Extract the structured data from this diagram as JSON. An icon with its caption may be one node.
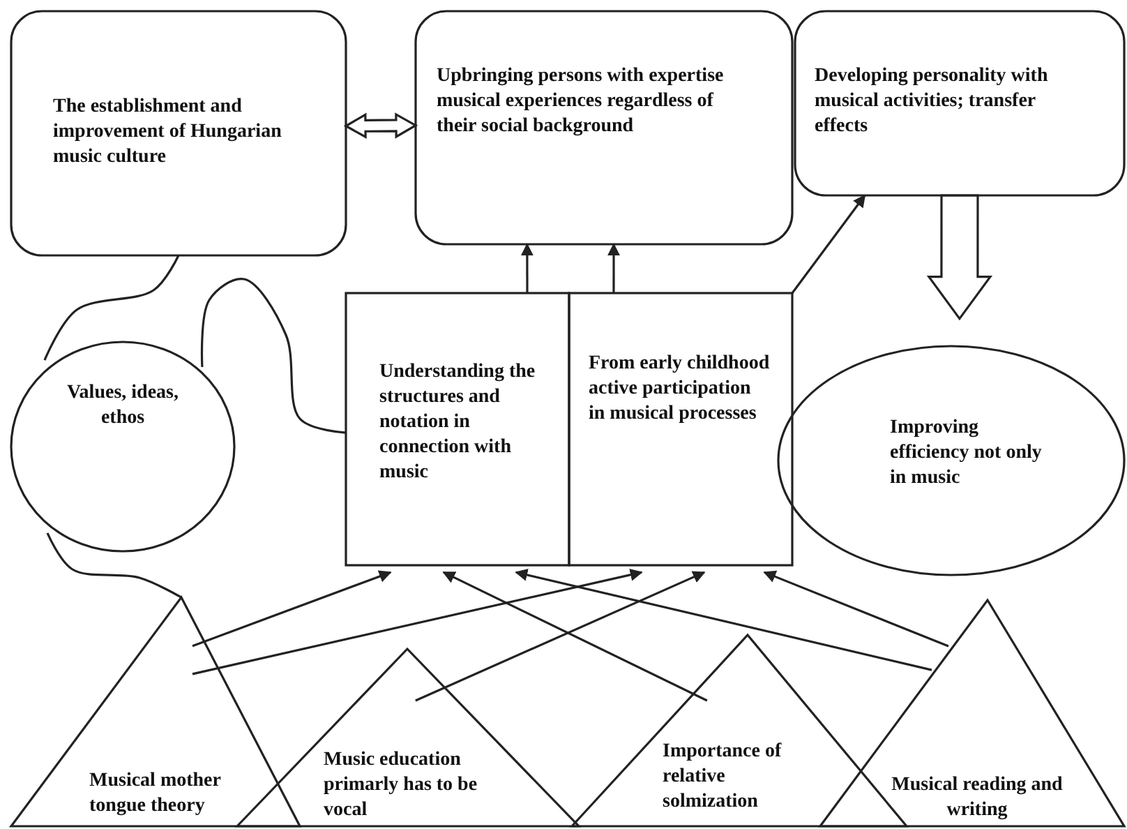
{
  "diagram": {
    "nodes": [
      {
        "text": [
          "The establishment and improvement of Hungarian music culture"
        ]
      },
      {
        "text": [
          "Upbringing persons with expertise musical experiences regardless of their social background"
        ]
      },
      {
        "text": [
          "Developing personality with musical activities; transfer effects"
        ]
      },
      {
        "text": [
          "Values, ideas, ethos"
        ]
      },
      {
        "text": [
          "Understanding the structures and notation in connection with music"
        ]
      },
      {
        "text": [
          "From early childhood active participation in musical processes"
        ]
      },
      {
        "text": [
          "Improving efficiency not only in music"
        ]
      },
      {
        "text": [
          "Musical mother tongue theory"
        ]
      },
      {
        "text": [
          "Music education primarly has to be vocal"
        ]
      },
      {
        "text": [
          "Importance of relative solmization"
        ]
      },
      {
        "text": [
          "Musical reading and writing"
        ]
      }
    ],
    "edges": [
      {
        "from": 0,
        "to": 1,
        "arrow": "both",
        "style": "thick"
      },
      {
        "from": 4,
        "to": 1,
        "arrow": "to"
      },
      {
        "from": 5,
        "to": 1,
        "arrow": "to"
      },
      {
        "from": 5,
        "to": 2,
        "arrow": "to"
      },
      {
        "from": 2,
        "to": 6,
        "arrow": "to",
        "style": "thick"
      },
      {
        "from": 0,
        "to": 3,
        "arrow": "none"
      },
      {
        "from": 3,
        "to": 4,
        "arrow": "none"
      },
      {
        "from": 3,
        "to": 7,
        "arrow": "none"
      },
      {
        "from": 7,
        "to": 4,
        "arrow": "to"
      },
      {
        "from": 7,
        "to": 5,
        "arrow": "to"
      },
      {
        "from": 8,
        "to": 5,
        "arrow": "to"
      },
      {
        "from": 9,
        "to": 4,
        "arrow": "to"
      },
      {
        "from": 10,
        "to": 4,
        "arrow": "to"
      },
      {
        "from": 10,
        "to": 5,
        "arrow": "to"
      }
    ]
  }
}
